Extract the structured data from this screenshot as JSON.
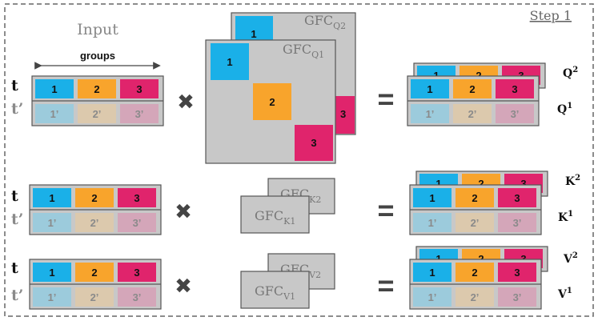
{
  "step_label": "Step 1",
  "input_label": "Input",
  "groups_label": "groups",
  "row_t": "t",
  "row_tp": "t’",
  "cells_t": [
    "1",
    "2",
    "3"
  ],
  "cells_tp": [
    "1’",
    "2’",
    "3’"
  ],
  "operators": {
    "multiply": "✖",
    "equals": "="
  },
  "matrices": {
    "q2": {
      "base": "GFC",
      "sub": "Q2",
      "cell": "1"
    },
    "q1": {
      "base": "GFC",
      "sub": "Q1",
      "cells": [
        "1",
        "2",
        "3"
      ]
    },
    "q2_hidden_cell": "3",
    "k2": {
      "base": "GFC",
      "sub": "K2"
    },
    "k1": {
      "base": "GFC",
      "sub": "K1"
    },
    "v2": {
      "base": "GFC",
      "sub": "V2"
    },
    "v1": {
      "base": "GFC",
      "sub": "V1"
    }
  },
  "outputs": {
    "q": {
      "front": "Q",
      "front_sup": "1",
      "back": "Q",
      "back_sup": "2"
    },
    "k": {
      "front": "K",
      "front_sup": "1",
      "back": "K",
      "back_sup": "2"
    },
    "v": {
      "front": "V",
      "front_sup": "1",
      "back": "V",
      "back_sup": "2"
    }
  },
  "colors": {
    "c1": "#1ab0e8",
    "c2": "#f8a42c",
    "c3": "#e0246c",
    "c1_light": "#9ccbdc",
    "c2_light": "#dcc9ad",
    "c3_light": "#d4a6b9",
    "panel": "#c8c8c8",
    "tp_text": "#8a8a8a",
    "border": "#555555"
  }
}
